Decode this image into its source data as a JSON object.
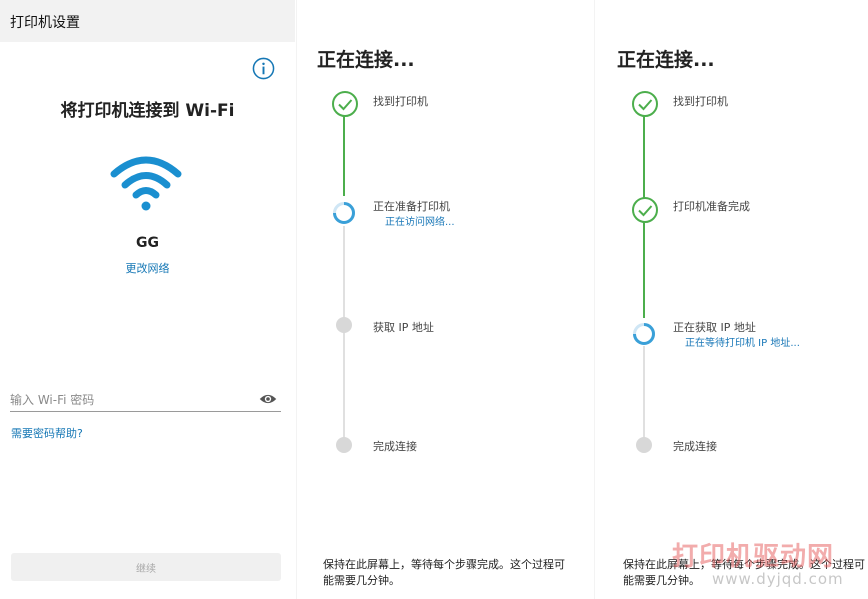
{
  "setup": {
    "header_title": "打印机设置",
    "title": "将打印机连接到 Wi-Fi",
    "network_name": "GG",
    "change_network": "更改网络",
    "password_placeholder": "输入 Wi-Fi 密码",
    "password_help": "需要密码帮助?",
    "continue_label": "继续",
    "icons": {
      "info": "info-icon",
      "wifi": "wifi-icon",
      "show_password": "eye-icon"
    }
  },
  "progress_a": {
    "title": "正在连接...",
    "steps": [
      {
        "label": "找到打印机",
        "status": "done"
      },
      {
        "label": "正在准备打印机",
        "sub": "正在访问网络...",
        "status": "in-progress"
      },
      {
        "label": "获取 IP 地址",
        "status": "pending"
      },
      {
        "label": "完成连接",
        "status": "pending"
      }
    ],
    "footer": "保持在此屏幕上，等待每个步骤完成。这个过程可能需要几分钟。"
  },
  "progress_b": {
    "title": "正在连接...",
    "steps": [
      {
        "label": "找到打印机",
        "status": "done"
      },
      {
        "label": "打印机准备完成",
        "status": "done"
      },
      {
        "label": "正在获取 IP 地址",
        "sub": "正在等待打印机 IP 地址...",
        "status": "in-progress"
      },
      {
        "label": "完成连接",
        "status": "pending"
      }
    ],
    "footer": "保持在此屏幕上，等待每个步骤完成。这个过程可能需要几分钟。"
  },
  "watermark": {
    "text": "打印机驱动网",
    "url": "www.dyjqd.com"
  },
  "colors": {
    "accent_blue": "#1577b5",
    "done_green": "#4cae4c",
    "pending_gray": "#d8d8d8",
    "spinner_blue": "#3aa0d8"
  }
}
